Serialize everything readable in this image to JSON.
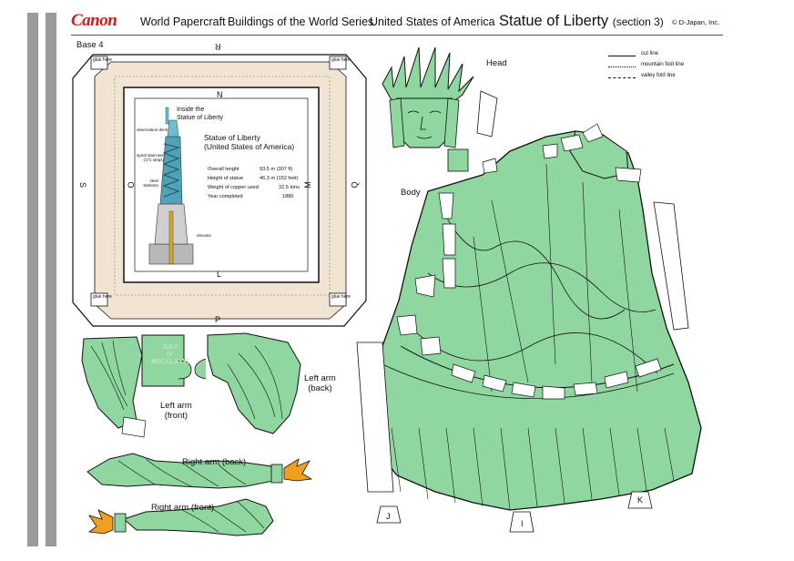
{
  "header": {
    "brand": "Canon",
    "series": "World Papercraft",
    "collection": "Buildings of the World Series",
    "country": "United States of America",
    "title": "Statue of Liberty",
    "section": "(section 3)",
    "copyright": "© D-Japan, Inc."
  },
  "legend": {
    "items": [
      {
        "label": "cut line",
        "style": "solid"
      },
      {
        "label": "mountain fold line",
        "style": "dotted"
      },
      {
        "label": "valley fold line",
        "style": "dash-dot"
      }
    ]
  },
  "colors": {
    "statue_green": "#8fd6a0",
    "base_tan": "#f2e4d2",
    "brand_red": "#d3191c",
    "stripe_gray": "#9a9a9a"
  },
  "base": {
    "label": "Base 4",
    "edges": {
      "top": "R",
      "left": "S",
      "right": "Q",
      "bottom": "P"
    },
    "inner": {
      "top": "N",
      "left": "O",
      "right": "M",
      "bottom": "L"
    },
    "glue": "glue here",
    "inside_caption": [
      "Inside the",
      "Statue of Liberty"
    ],
    "callouts": [
      "observation deck",
      "spiral staircase (171 steps)",
      "steel skeleton",
      "elevator"
    ],
    "info_title": [
      "Statue of Liberty",
      "(United States of America)"
    ],
    "specs": [
      {
        "label": "Overall height",
        "value": "93.5 m (307 ft)"
      },
      {
        "label": "Height of statue",
        "value": "46.3 m (152 feet)"
      },
      {
        "label": "Weight of copper used",
        "value": "32.5 tons"
      },
      {
        "label": "Year completed",
        "value": "1886"
      }
    ]
  },
  "parts": {
    "head": "Head",
    "body": "Body",
    "left_arm_front": [
      "Left arm",
      "(front)"
    ],
    "left_arm_back": [
      "Left arm",
      "(back)"
    ],
    "right_arm_back": "Right arm (back)",
    "right_arm_front": "Right arm (front)",
    "tablet": [
      "JULY",
      "IV",
      "MDCCLXXVI"
    ],
    "body_tabs": [
      "J",
      "I",
      "K"
    ]
  }
}
